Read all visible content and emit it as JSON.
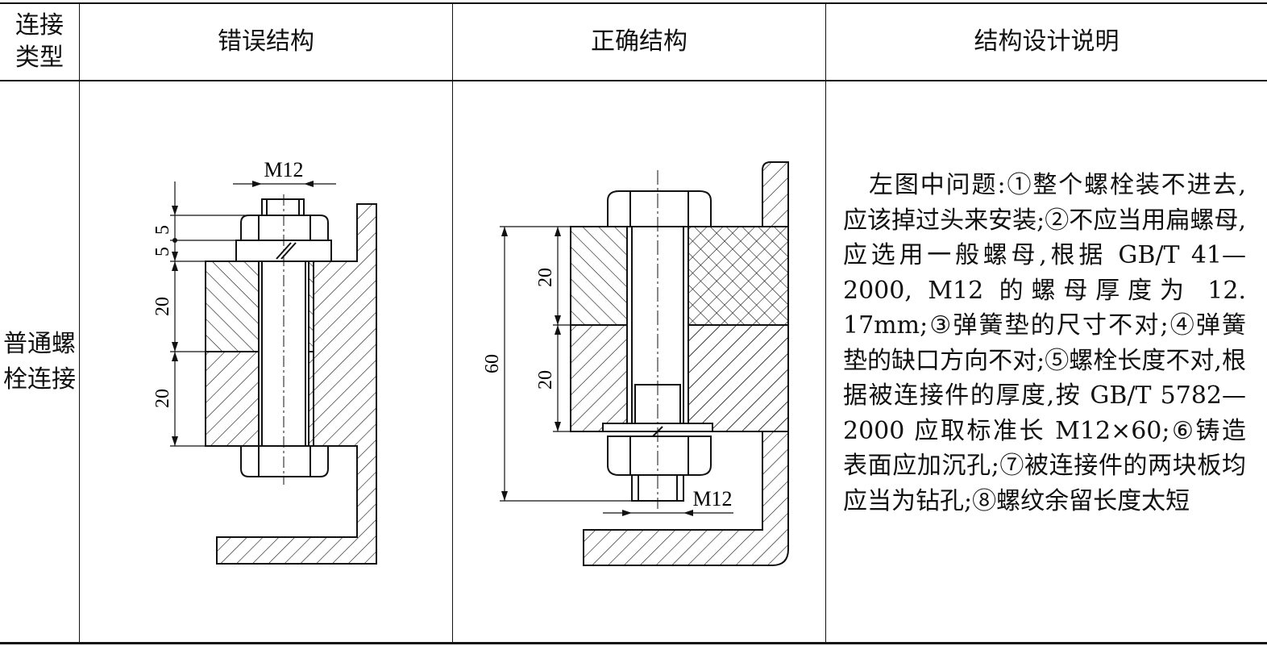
{
  "header": {
    "col_type": "连接\n类型",
    "col_wrong": "错误结构",
    "col_right": "正确结构",
    "col_desc": "结构设计说明"
  },
  "row": {
    "type_label": "普通螺\n栓连接",
    "description": "左图中问题:①整个螺栓装不进去,应该掉过头来安装;②不应当用扁螺母,应选用一般螺母,根据 GB/T 41—2000, M12 的螺母厚度为 12. 17mm;③弹簧垫的尺寸不对;④弹簧垫的缺口方向不对;⑤螺栓长度不对,根据被连接件的厚度,按 GB/T 5782—2000 应取标准长 M12×60;⑥铸造表面应加沉孔;⑦被连接件的两块板均应当为钻孔;⑧螺纹余留长度太短"
  },
  "wrong_drawing": {
    "thread_label": "M12",
    "dim_5a": "5",
    "dim_5b": "5",
    "dim_20a": "20",
    "dim_20b": "20"
  },
  "right_drawing": {
    "thread_label": "M12",
    "dim_60": "60",
    "dim_20a": "20",
    "dim_20b": "20"
  },
  "colors": {
    "line": "#111111",
    "background": "#ffffff"
  }
}
